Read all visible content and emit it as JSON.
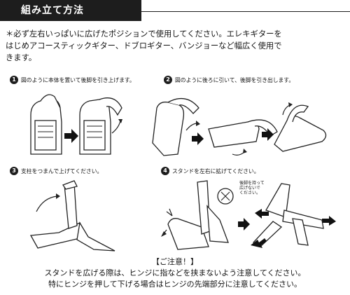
{
  "header": {
    "title": "組み立て方法"
  },
  "intro": {
    "line1": "＊必ず左右いっぱいに広げたポジションで使用してください。エレキギターを",
    "line2": "はじめアコースティックギター、ドブロギター、バンジョーなど幅広く使用で",
    "line3": "きます。"
  },
  "steps": [
    {
      "num": "1",
      "text": "図のように本体を置いて後脚を引き上げます。"
    },
    {
      "num": "2",
      "text": "図のように後ろに引いて、後脚を引き出します。"
    },
    {
      "num": "3",
      "text": "支柱をつまんで上げてください。"
    },
    {
      "num": "4",
      "text": "スタンドを左右に拡げてください。"
    }
  ],
  "step4_hint": {
    "line1": "後脚を持って",
    "line2": "広げないで",
    "line3": "ください。"
  },
  "caution": {
    "heading": "【ご注意！】",
    "line1": "スタンドを広げる際は、ヒンジに指などを挟まないよう注意してください。",
    "line2": "特にヒンジを押して下げる場合はヒンジの先端部分に注意してください。"
  }
}
